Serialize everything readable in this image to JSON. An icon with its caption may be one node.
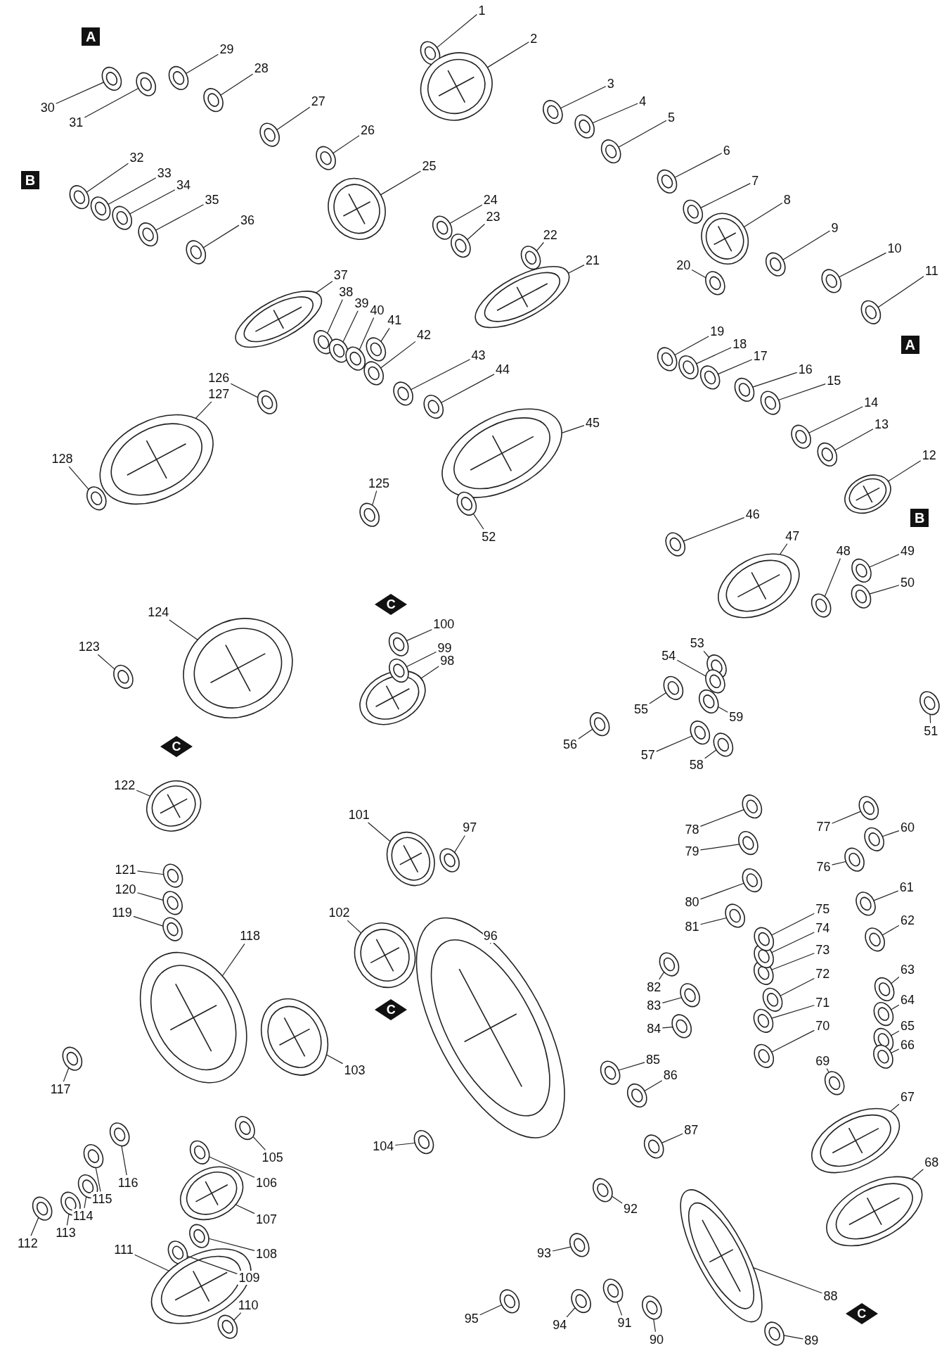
{
  "diagram": {
    "nodes": [
      {
        "text": [
          "1"
        ]
      },
      {
        "text": [
          "2"
        ]
      },
      {
        "text": [
          "3"
        ]
      },
      {
        "text": [
          "4"
        ]
      },
      {
        "text": [
          "5"
        ]
      },
      {
        "text": [
          "6"
        ]
      },
      {
        "text": [
          "7"
        ]
      },
      {
        "text": [
          "8"
        ]
      },
      {
        "text": [
          "9"
        ]
      },
      {
        "text": [
          "10"
        ]
      },
      {
        "text": [
          "11"
        ]
      },
      {
        "text": [
          "12"
        ]
      },
      {
        "text": [
          "13"
        ]
      },
      {
        "text": [
          "14"
        ]
      },
      {
        "text": [
          "15"
        ]
      },
      {
        "text": [
          "16"
        ]
      },
      {
        "text": [
          "17"
        ]
      },
      {
        "text": [
          "18"
        ]
      },
      {
        "text": [
          "19"
        ]
      },
      {
        "text": [
          "20"
        ]
      },
      {
        "text": [
          "21"
        ]
      },
      {
        "text": [
          "22"
        ]
      },
      {
        "text": [
          "23"
        ]
      },
      {
        "text": [
          "24"
        ]
      },
      {
        "text": [
          "25"
        ]
      },
      {
        "text": [
          "26"
        ]
      },
      {
        "text": [
          "27"
        ]
      },
      {
        "text": [
          "28"
        ]
      },
      {
        "text": [
          "29"
        ]
      },
      {
        "text": [
          "30"
        ]
      },
      {
        "text": [
          "31"
        ]
      },
      {
        "text": [
          "32"
        ]
      },
      {
        "text": [
          "33"
        ]
      },
      {
        "text": [
          "34"
        ]
      },
      {
        "text": [
          "35"
        ]
      },
      {
        "text": [
          "36"
        ]
      },
      {
        "text": [
          "37"
        ]
      },
      {
        "text": [
          "38"
        ]
      },
      {
        "text": [
          "39"
        ]
      },
      {
        "text": [
          "40"
        ]
      },
      {
        "text": [
          "41"
        ]
      },
      {
        "text": [
          "42"
        ]
      },
      {
        "text": [
          "43"
        ]
      },
      {
        "text": [
          "44"
        ]
      },
      {
        "text": [
          "45"
        ]
      },
      {
        "text": [
          "46"
        ]
      },
      {
        "text": [
          "47"
        ]
      },
      {
        "text": [
          "48"
        ]
      },
      {
        "text": [
          "49"
        ]
      },
      {
        "text": [
          "50"
        ]
      },
      {
        "text": [
          "51"
        ]
      },
      {
        "text": [
          "52"
        ]
      },
      {
        "text": [
          "53"
        ]
      },
      {
        "text": [
          "54"
        ]
      },
      {
        "text": [
          "55"
        ]
      },
      {
        "text": [
          "56"
        ]
      },
      {
        "text": [
          "57"
        ]
      },
      {
        "text": [
          "58"
        ]
      },
      {
        "text": [
          "59"
        ]
      },
      {
        "text": [
          "60"
        ]
      },
      {
        "text": [
          "61"
        ]
      },
      {
        "text": [
          "62"
        ]
      },
      {
        "text": [
          "63"
        ]
      },
      {
        "text": [
          "64"
        ]
      },
      {
        "text": [
          "65"
        ]
      },
      {
        "text": [
          "66"
        ]
      },
      {
        "text": [
          "67"
        ]
      },
      {
        "text": [
          "68"
        ]
      },
      {
        "text": [
          "69"
        ]
      },
      {
        "text": [
          "70"
        ]
      },
      {
        "text": [
          "71"
        ]
      },
      {
        "text": [
          "72"
        ]
      },
      {
        "text": [
          "73"
        ]
      },
      {
        "text": [
          "74"
        ]
      },
      {
        "text": [
          "75"
        ]
      },
      {
        "text": [
          "76"
        ]
      },
      {
        "text": [
          "77"
        ]
      },
      {
        "text": [
          "78"
        ]
      },
      {
        "text": [
          "79"
        ]
      },
      {
        "text": [
          "80"
        ]
      },
      {
        "text": [
          "81"
        ]
      },
      {
        "text": [
          "82"
        ]
      },
      {
        "text": [
          "83"
        ]
      },
      {
        "text": [
          "84"
        ]
      },
      {
        "text": [
          "85"
        ]
      },
      {
        "text": [
          "86"
        ]
      },
      {
        "text": [
          "87"
        ]
      },
      {
        "text": [
          "88"
        ]
      },
      {
        "text": [
          "89"
        ]
      },
      {
        "text": [
          "90"
        ]
      },
      {
        "text": [
          "91"
        ]
      },
      {
        "text": [
          "92"
        ]
      },
      {
        "text": [
          "93"
        ]
      },
      {
        "text": [
          "94"
        ]
      },
      {
        "text": [
          "95"
        ]
      },
      {
        "text": [
          "96"
        ]
      },
      {
        "text": [
          "97"
        ]
      },
      {
        "text": [
          "98"
        ]
      },
      {
        "text": [
          "99"
        ]
      },
      {
        "text": [
          "100"
        ]
      },
      {
        "text": [
          "101"
        ]
      },
      {
        "text": [
          "102"
        ]
      },
      {
        "text": [
          "103"
        ]
      },
      {
        "text": [
          "104"
        ]
      },
      {
        "text": [
          "105"
        ]
      },
      {
        "text": [
          "106"
        ]
      },
      {
        "text": [
          "107"
        ]
      },
      {
        "text": [
          "108"
        ]
      },
      {
        "text": [
          "109"
        ]
      },
      {
        "text": [
          "110"
        ]
      },
      {
        "text": [
          "111"
        ]
      },
      {
        "text": [
          "112"
        ]
      },
      {
        "text": [
          "113"
        ]
      },
      {
        "text": [
          "114"
        ]
      },
      {
        "text": [
          "115"
        ]
      },
      {
        "text": [
          "116"
        ]
      },
      {
        "text": [
          "117"
        ]
      },
      {
        "text": [
          "118"
        ]
      },
      {
        "text": [
          "119"
        ]
      },
      {
        "text": [
          "120"
        ]
      },
      {
        "text": [
          "121"
        ]
      },
      {
        "text": [
          "122"
        ]
      },
      {
        "text": [
          "123"
        ]
      },
      {
        "text": [
          "124"
        ]
      },
      {
        "text": [
          "125"
        ]
      },
      {
        "text": [
          "126"
        ]
      },
      {
        "text": [
          "127"
        ]
      },
      {
        "text": [
          "128"
        ]
      },
      {
        "text": [
          "A"
        ]
      },
      {
        "text": [
          "A"
        ]
      },
      {
        "text": [
          "B"
        ]
      },
      {
        "text": [
          "B"
        ]
      },
      {
        "text": [
          "C"
        ]
      },
      {
        "text": [
          "C"
        ]
      },
      {
        "text": [
          "C"
        ]
      },
      {
        "text": [
          "C"
        ]
      },
      {
        "text": [],
        "shape": "picture"
      },
      {
        "text": [],
        "shape": "picture"
      },
      {
        "text": [],
        "shape": "picture"
      },
      {
        "text": [],
        "shape": "picture"
      },
      {
        "text": [],
        "shape": "picture"
      },
      {
        "text": [],
        "shape": "picture"
      },
      {
        "text": [],
        "shape": "picture"
      },
      {
        "text": [],
        "shape": "picture"
      },
      {
        "text": [],
        "shape": "picture"
      },
      {
        "text": [],
        "shape": "picture"
      },
      {
        "text": [],
        "shape": "picture"
      },
      {
        "text": [],
        "shape": "picture"
      },
      {
        "text": [],
        "shape": "picture"
      },
      {
        "text": [],
        "shape": "picture"
      },
      {
        "text": [],
        "shape": "picture"
      },
      {
        "text": [],
        "shape": "picture"
      },
      {
        "text": [],
        "shape": "picture"
      },
      {
        "text": [],
        "shape": "picture"
      },
      {
        "text": [],
        "shape": "picture"
      },
      {
        "text": [],
        "shape": "picture"
      },
      {
        "text": [],
        "shape": "picture"
      },
      {
        "text": [],
        "shape": "picture"
      },
      {
        "text": [],
        "shape": "picture"
      },
      {
        "text": [],
        "shape": "picture"
      },
      {
        "text": [],
        "shape": "picture"
      },
      {
        "text": [],
        "shape": "picture"
      },
      {
        "text": [],
        "shape": "picture"
      },
      {
        "text": [],
        "shape": "picture"
      },
      {
        "text": [],
        "shape": "picture"
      },
      {
        "text": [],
        "shape": "picture"
      },
      {
        "text": [],
        "shape": "picture"
      },
      {
        "text": [],
        "shape": "picture"
      },
      {
        "text": [],
        "shape": "picture"
      },
      {
        "text": [],
        "shape": "picture"
      },
      {
        "text": [],
        "shape": "picture"
      },
      {
        "text": [],
        "shape": "picture"
      },
      {
        "text": [],
        "shape": "picture"
      },
      {
        "text": [],
        "shape": "picture"
      },
      {
        "text": [],
        "shape": "picture"
      },
      {
        "text": [],
        "shape": "picture"
      },
      {
        "text": [],
        "shape": "picture"
      },
      {
        "text": [],
        "shape": "picture"
      },
      {
        "text": [],
        "shape": "picture"
      },
      {
        "text": [],
        "shape": "picture"
      },
      {
        "text": [],
        "shape": "picture"
      },
      {
        "text": [],
        "shape": "picture"
      },
      {
        "text": [],
        "shape": "picture"
      },
      {
        "text": [],
        "shape": "picture"
      },
      {
        "text": [],
        "shape": "picture"
      },
      {
        "text": [],
        "shape": "picture"
      },
      {
        "text": [],
        "shape": "picture"
      },
      {
        "text": [],
        "shape": "picture"
      },
      {
        "text": [],
        "shape": "picture"
      },
      {
        "text": [],
        "shape": "picture"
      },
      {
        "text": [],
        "shape": "picture"
      },
      {
        "text": [],
        "shape": "picture"
      },
      {
        "text": [],
        "shape": "picture"
      },
      {
        "text": [],
        "shape": "picture"
      },
      {
        "text": [],
        "shape": "picture"
      },
      {
        "text": [],
        "shape": "picture"
      },
      {
        "text": [],
        "shape": "picture"
      },
      {
        "text": [],
        "shape": "picture"
      },
      {
        "text": [],
        "shape": "picture"
      },
      {
        "text": [],
        "shape": "picture"
      },
      {
        "text": [],
        "shape": "picture"
      },
      {
        "text": [],
        "shape": "picture"
      },
      {
        "text": [],
        "shape": "picture"
      },
      {
        "text": [],
        "shape": "picture"
      },
      {
        "text": [],
        "shape": "picture"
      },
      {
        "text": [],
        "shape": "picture"
      },
      {
        "text": [],
        "shape": "picture"
      },
      {
        "text": [],
        "shape": "picture"
      },
      {
        "text": [],
        "shape": "picture"
      },
      {
        "text": [],
        "shape": "picture"
      },
      {
        "text": [],
        "shape": "picture"
      },
      {
        "text": [],
        "shape": "picture"
      },
      {
        "text": [],
        "shape": "picture"
      },
      {
        "text": [],
        "shape": "picture"
      },
      {
        "text": [],
        "shape": "picture"
      },
      {
        "text": [],
        "shape": "picture"
      },
      {
        "text": [],
        "shape": "picture"
      },
      {
        "text": [],
        "shape": "picture"
      },
      {
        "text": [],
        "shape": "picture"
      },
      {
        "text": [],
        "shape": "picture"
      },
      {
        "text": [],
        "shape": "picture"
      },
      {
        "text": [],
        "shape": "picture"
      },
      {
        "text": [],
        "shape": "picture"
      },
      {
        "text": [],
        "shape": "picture"
      },
      {
        "text": [],
        "shape": "picture"
      },
      {
        "text": [],
        "shape": "picture"
      },
      {
        "text": [],
        "shape": "picture"
      },
      {
        "text": [],
        "shape": "picture"
      },
      {
        "text": [],
        "shape": "picture"
      },
      {
        "text": [],
        "shape": "picture"
      },
      {
        "text": [],
        "shape": "picture"
      },
      {
        "text": [],
        "shape": "picture"
      },
      {
        "text": [],
        "shape": "picture"
      },
      {
        "text": [],
        "shape": "picture"
      },
      {
        "text": [],
        "shape": "picture"
      },
      {
        "text": [],
        "shape": "picture"
      },
      {
        "text": [],
        "shape": "picture"
      },
      {
        "text": [],
        "shape": "picture"
      },
      {
        "text": [],
        "shape": "picture"
      },
      {
        "text": [],
        "shape": "picture"
      },
      {
        "text": [],
        "shape": "picture"
      },
      {
        "text": [],
        "shape": "picture"
      },
      {
        "text": [],
        "shape": "picture"
      },
      {
        "text": [],
        "shape": "picture"
      },
      {
        "text": [],
        "shape": "picture"
      },
      {
        "text": [],
        "shape": "picture"
      },
      {
        "text": [],
        "shape": "picture"
      },
      {
        "text": [],
        "shape": "picture"
      },
      {
        "text": [],
        "shape": "picture"
      },
      {
        "text": [],
        "shape": "picture"
      },
      {
        "text": [],
        "shape": "picture"
      },
      {
        "text": [],
        "shape": "picture"
      },
      {
        "text": [],
        "shape": "picture"
      },
      {
        "text": [],
        "shape": "picture"
      },
      {
        "text": [],
        "shape": "picture"
      },
      {
        "text": [],
        "shape": "picture"
      },
      {
        "text": [],
        "shape": "picture"
      },
      {
        "text": [],
        "shape": "picture"
      },
      {
        "text": [],
        "shape": "picture"
      },
      {
        "text": [],
        "shape": "picture"
      },
      {
        "text": [],
        "shape": "picture"
      },
      {
        "text": [],
        "shape": "picture"
      },
      {
        "text": [],
        "shape": "picture"
      },
      {
        "text": [],
        "shape": "picture"
      }
    ],
    "edges": [
      {
        "from": 0,
        "to": 136,
        "arrow": "none"
      },
      {
        "from": 1,
        "to": 137,
        "arrow": "none"
      },
      {
        "from": 2,
        "to": 138,
        "arrow": "none"
      },
      {
        "from": 3,
        "to": 139,
        "arrow": "none"
      },
      {
        "from": 4,
        "to": 140,
        "arrow": "none"
      },
      {
        "from": 5,
        "to": 141,
        "arrow": "none"
      },
      {
        "from": 6,
        "to": 142,
        "arrow": "none"
      },
      {
        "from": 7,
        "to": 143,
        "arrow": "none"
      },
      {
        "from": 8,
        "to": 144,
        "arrow": "none"
      },
      {
        "from": 9,
        "to": 145,
        "arrow": "none"
      },
      {
        "from": 10,
        "to": 146,
        "arrow": "none"
      },
      {
        "from": 11,
        "to": 147,
        "arrow": "none"
      },
      {
        "from": 12,
        "to": 148,
        "arrow": "none"
      },
      {
        "from": 13,
        "to": 149,
        "arrow": "none"
      },
      {
        "from": 14,
        "to": 150,
        "arrow": "none"
      },
      {
        "from": 15,
        "to": 151,
        "arrow": "none"
      },
      {
        "from": 16,
        "to": 152,
        "arrow": "none"
      },
      {
        "from": 17,
        "to": 153,
        "arrow": "none"
      },
      {
        "from": 18,
        "to": 154,
        "arrow": "none"
      },
      {
        "from": 19,
        "to": 155,
        "arrow": "none"
      },
      {
        "from": 20,
        "to": 156,
        "arrow": "none"
      },
      {
        "from": 21,
        "to": 157,
        "arrow": "none"
      },
      {
        "from": 22,
        "to": 158,
        "arrow": "none"
      },
      {
        "from": 23,
        "to": 159,
        "arrow": "none"
      },
      {
        "from": 24,
        "to": 160,
        "arrow": "none"
      },
      {
        "from": 25,
        "to": 161,
        "arrow": "none"
      },
      {
        "from": 26,
        "to": 162,
        "arrow": "none"
      },
      {
        "from": 27,
        "to": 163,
        "arrow": "none"
      },
      {
        "from": 28,
        "to": 164,
        "arrow": "none"
      },
      {
        "from": 29,
        "to": 165,
        "arrow": "none"
      },
      {
        "from": 30,
        "to": 166,
        "arrow": "none"
      },
      {
        "from": 31,
        "to": 167,
        "arrow": "none"
      },
      {
        "from": 32,
        "to": 168,
        "arrow": "none"
      },
      {
        "from": 33,
        "to": 169,
        "arrow": "none"
      },
      {
        "from": 34,
        "to": 170,
        "arrow": "none"
      },
      {
        "from": 35,
        "to": 171,
        "arrow": "none"
      },
      {
        "from": 36,
        "to": 172,
        "arrow": "none"
      },
      {
        "from": 37,
        "to": 173,
        "arrow": "none"
      },
      {
        "from": 38,
        "to": 174,
        "arrow": "none"
      },
      {
        "from": 39,
        "to": 175,
        "arrow": "none"
      },
      {
        "from": 40,
        "to": 176,
        "arrow": "none"
      },
      {
        "from": 41,
        "to": 177,
        "arrow": "none"
      },
      {
        "from": 42,
        "to": 178,
        "arrow": "none"
      },
      {
        "from": 43,
        "to": 179,
        "arrow": "none"
      },
      {
        "from": 44,
        "to": 180,
        "arrow": "none"
      },
      {
        "from": 45,
        "to": 181,
        "arrow": "none"
      },
      {
        "from": 46,
        "to": 182,
        "arrow": "none"
      },
      {
        "from": 47,
        "to": 183,
        "arrow": "none"
      },
      {
        "from": 48,
        "to": 184,
        "arrow": "none"
      },
      {
        "from": 49,
        "to": 185,
        "arrow": "none"
      },
      {
        "from": 50,
        "to": 186,
        "arrow": "none"
      },
      {
        "from": 51,
        "to": 187,
        "arrow": "none"
      },
      {
        "from": 52,
        "to": 188,
        "arrow": "none"
      },
      {
        "from": 53,
        "to": 189,
        "arrow": "none"
      },
      {
        "from": 54,
        "to": 190,
        "arrow": "none"
      },
      {
        "from": 55,
        "to": 191,
        "arrow": "none"
      },
      {
        "from": 56,
        "to": 192,
        "arrow": "none"
      },
      {
        "from": 57,
        "to": 193,
        "arrow": "none"
      },
      {
        "from": 58,
        "to": 194,
        "arrow": "none"
      },
      {
        "from": 59,
        "to": 195,
        "arrow": "none"
      },
      {
        "from": 60,
        "to": 196,
        "arrow": "none"
      },
      {
        "from": 61,
        "to": 197,
        "arrow": "none"
      },
      {
        "from": 62,
        "to": 198,
        "arrow": "none"
      },
      {
        "from": 63,
        "to": 199,
        "arrow": "none"
      },
      {
        "from": 64,
        "to": 200,
        "arrow": "none"
      },
      {
        "from": 65,
        "to": 201,
        "arrow": "none"
      },
      {
        "from": 66,
        "to": 202,
        "arrow": "none"
      },
      {
        "from": 67,
        "to": 203,
        "arrow": "none"
      },
      {
        "from": 68,
        "to": 204,
        "arrow": "none"
      },
      {
        "from": 69,
        "to": 205,
        "arrow": "none"
      },
      {
        "from": 70,
        "to": 206,
        "arrow": "none"
      },
      {
        "from": 71,
        "to": 207,
        "arrow": "none"
      },
      {
        "from": 72,
        "to": 208,
        "arrow": "none"
      },
      {
        "from": 73,
        "to": 209,
        "arrow": "none"
      },
      {
        "from": 74,
        "to": 210,
        "arrow": "none"
      },
      {
        "from": 75,
        "to": 211,
        "arrow": "none"
      },
      {
        "from": 76,
        "to": 212,
        "arrow": "none"
      },
      {
        "from": 77,
        "to": 213,
        "arrow": "none"
      },
      {
        "from": 78,
        "to": 214,
        "arrow": "none"
      },
      {
        "from": 79,
        "to": 215,
        "arrow": "none"
      },
      {
        "from": 80,
        "to": 216,
        "arrow": "none"
      },
      {
        "from": 81,
        "to": 217,
        "arrow": "none"
      },
      {
        "from": 82,
        "to": 218,
        "arrow": "none"
      },
      {
        "from": 83,
        "to": 219,
        "arrow": "none"
      },
      {
        "from": 84,
        "to": 220,
        "arrow": "none"
      },
      {
        "from": 85,
        "to": 221,
        "arrow": "none"
      },
      {
        "from": 86,
        "to": 222,
        "arrow": "none"
      },
      {
        "from": 87,
        "to": 223,
        "arrow": "none"
      },
      {
        "from": 88,
        "to": 224,
        "arrow": "none"
      },
      {
        "from": 89,
        "to": 225,
        "arrow": "none"
      },
      {
        "from": 90,
        "to": 226,
        "arrow": "none"
      },
      {
        "from": 91,
        "to": 227,
        "arrow": "none"
      },
      {
        "from": 92,
        "to": 228,
        "arrow": "none"
      },
      {
        "from": 93,
        "to": 229,
        "arrow": "none"
      },
      {
        "from": 94,
        "to": 230,
        "arrow": "none"
      },
      {
        "from": 95,
        "to": 231,
        "arrow": "none"
      },
      {
        "from": 96,
        "to": 232,
        "arrow": "none"
      },
      {
        "from": 97,
        "to": 233,
        "arrow": "none"
      },
      {
        "from": 98,
        "to": 234,
        "arrow": "none"
      },
      {
        "from": 99,
        "to": 235,
        "arrow": "none"
      },
      {
        "from": 100,
        "to": 236,
        "arrow": "none"
      },
      {
        "from": 101,
        "to": 237,
        "arrow": "none"
      },
      {
        "from": 102,
        "to": 238,
        "arrow": "none"
      },
      {
        "from": 103,
        "to": 239,
        "arrow": "none"
      },
      {
        "from": 104,
        "to": 240,
        "arrow": "none"
      },
      {
        "from": 105,
        "to": 241,
        "arrow": "none"
      },
      {
        "from": 106,
        "to": 242,
        "arrow": "none"
      },
      {
        "from": 107,
        "to": 243,
        "arrow": "none"
      },
      {
        "from": 108,
        "to": 244,
        "arrow": "none"
      },
      {
        "from": 109,
        "to": 245,
        "arrow": "none"
      },
      {
        "from": 110,
        "to": 246,
        "arrow": "none"
      },
      {
        "from": 111,
        "to": 247,
        "arrow": "none"
      },
      {
        "from": 112,
        "to": 248,
        "arrow": "none"
      },
      {
        "from": 113,
        "to": 249,
        "arrow": "none"
      },
      {
        "from": 114,
        "to": 250,
        "arrow": "none"
      },
      {
        "from": 115,
        "to": 251,
        "arrow": "none"
      },
      {
        "from": 116,
        "to": 252,
        "arrow": "none"
      },
      {
        "from": 117,
        "to": 253,
        "arrow": "none"
      },
      {
        "from": 118,
        "to": 254,
        "arrow": "none"
      },
      {
        "from": 119,
        "to": 255,
        "arrow": "none"
      },
      {
        "from": 120,
        "to": 256,
        "arrow": "none"
      },
      {
        "from": 121,
        "to": 257,
        "arrow": "none"
      },
      {
        "from": 122,
        "to": 258,
        "arrow": "none"
      },
      {
        "from": 123,
        "to": 259,
        "arrow": "none"
      },
      {
        "from": 124,
        "to": 260,
        "arrow": "none"
      },
      {
        "from": 125,
        "to": 261,
        "arrow": "none"
      },
      {
        "from": 126,
        "to": 262,
        "arrow": "none"
      },
      {
        "from": 127,
        "to": 263,
        "arrow": "none"
      }
    ]
  }
}
